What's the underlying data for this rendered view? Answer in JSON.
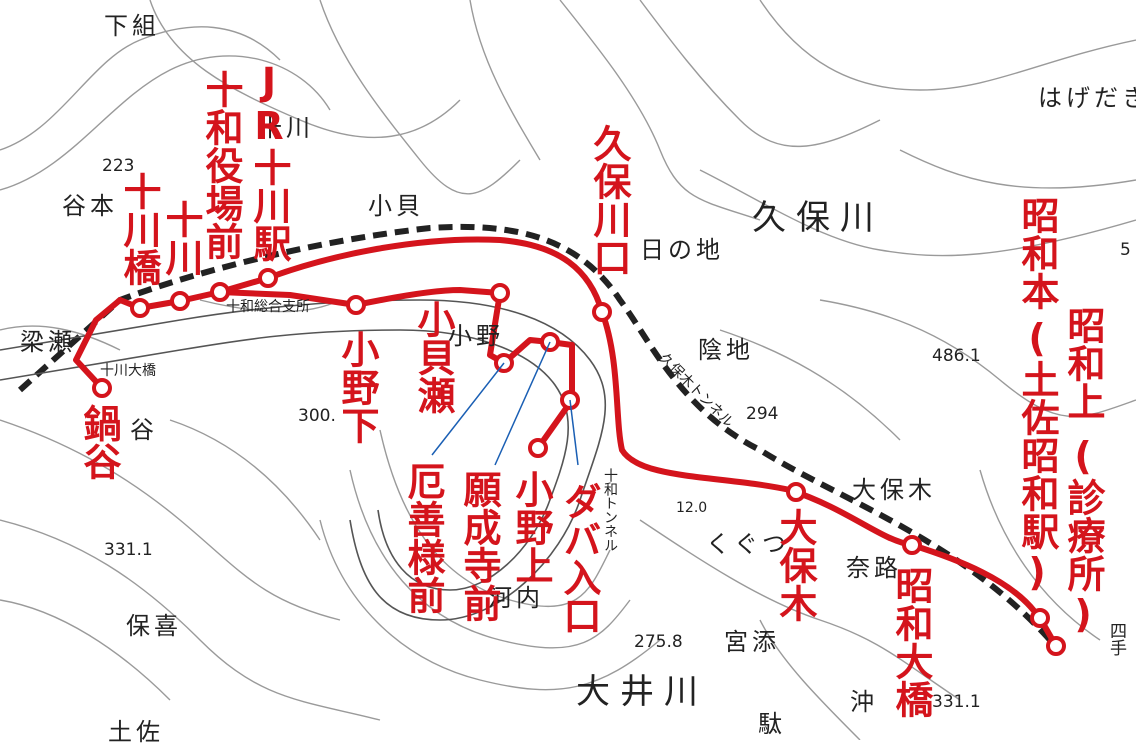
{
  "map": {
    "route_color": "#d4141c",
    "background_color": "#ffffff",
    "contour_color": "#9a9a9a",
    "stops": [
      {
        "id": "nabetani",
        "label": "鍋谷"
      },
      {
        "id": "jugawabashi",
        "label": "十川橋"
      },
      {
        "id": "jugawa",
        "label": "十川"
      },
      {
        "id": "towa-yakuba",
        "label": "十和役場前"
      },
      {
        "id": "jr-jugawa",
        "label": "JR十川駅"
      },
      {
        "id": "onoshita",
        "label": "小野下"
      },
      {
        "id": "kogaise",
        "label": "小貝瀬"
      },
      {
        "id": "yakuzensama",
        "label": "厄善様前"
      },
      {
        "id": "ganjoji",
        "label": "願成寺前"
      },
      {
        "id": "onokami",
        "label": "小野上"
      },
      {
        "id": "daba",
        "label": "ダバ入口"
      },
      {
        "id": "kubogawaguchi",
        "label": "久保川口"
      },
      {
        "id": "ohoki",
        "label": "大保木"
      },
      {
        "id": "showa-ohashi",
        "label": "昭和大橋"
      },
      {
        "id": "showa-moto",
        "label": "昭和本"
      },
      {
        "id": "showa-kami",
        "label": "昭和上"
      },
      {
        "id": "showa-clinic",
        "label": "(診療所)"
      },
      {
        "id": "tosa-showa",
        "label": "(土佐昭和駅)"
      }
    ],
    "place_names": {
      "shimogumi": "下組",
      "jugawa_area": "十川",
      "hagedaki": "はげだき",
      "tanimoto": "谷本",
      "kogai": "小貝",
      "kubogawa": "久保川",
      "hinochi": "日の地",
      "yanase": "梁瀬",
      "jugawa_ohashi": "十川大橋",
      "towa_branch": "十和総合支所",
      "ono": "小野",
      "inchi": "陰地",
      "tani": "谷",
      "ohoki_area": "大保木",
      "kutsu": "くぐつ",
      "naro": "奈路",
      "kawauchi": "河内",
      "miyazoe": "宮添",
      "hoki": "保喜",
      "ooigawa": "大井川",
      "okiju": "沖",
      "dakari": "駄",
      "tosa_cut": "土佐",
      "yonte": "四手",
      "towa_tunnel": "十和トンネル",
      "kubogi_tunnel": "久保木トンネル"
    },
    "elevations": {
      "e223": "223",
      "e300": "300.",
      "e294": "294",
      "e486": "486.1",
      "e331": "331.1",
      "e275": "275.8",
      "e331b": "331.1",
      "e5": "5",
      "e120": "12.0"
    }
  }
}
